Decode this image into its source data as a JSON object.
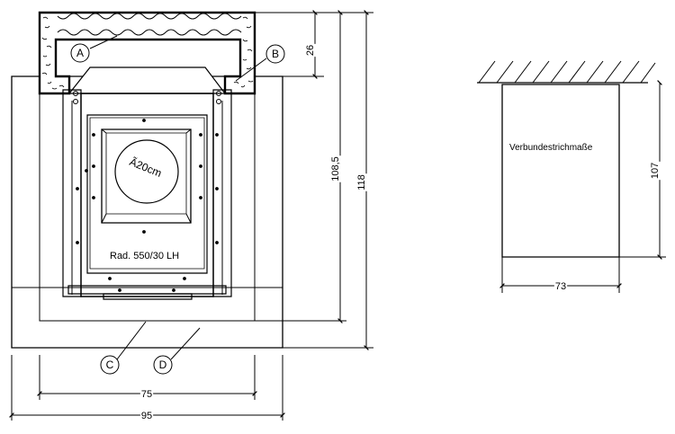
{
  "labels": {
    "callout_a": "A",
    "callout_b": "B",
    "callout_c": "C",
    "callout_d": "D",
    "pipe": "Ã20cm",
    "model": "Rad. 550/30 LH",
    "screed": "Verbundestrichmaße"
  },
  "dimensions": {
    "top_depth": "26",
    "inner_height": "108,5",
    "outer_height": "118",
    "inner_width": "75",
    "outer_width": "95",
    "screed_height": "107",
    "screed_width": "73"
  },
  "colors": {
    "line": "#000000",
    "background": "#ffffff"
  }
}
